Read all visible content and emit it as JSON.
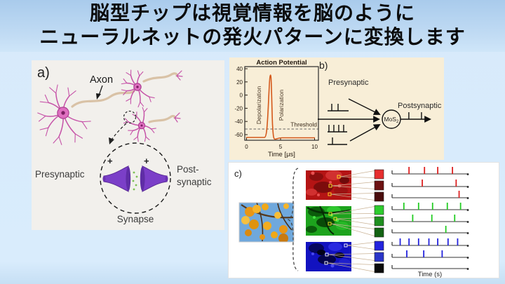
{
  "title": {
    "line1": "脳型チップは視覚情報を脳のように",
    "line2": "ニューラルネットの発火パターンに変換します"
  },
  "panel_a": {
    "label": "a)",
    "axon": "Axon",
    "presynaptic": "Presynaptic",
    "post_line1": "Post-",
    "post_line2": "synaptic",
    "synapse": "Synapse",
    "plus_left": "+",
    "plus_right": "+"
  },
  "action_potential": {
    "title": "Action Potential",
    "y_ticks": [
      "40",
      "20",
      "0",
      "-20",
      "-40",
      "-60"
    ],
    "x_ticks": [
      "0",
      "5",
      "10"
    ],
    "x_label": "Time [μs]",
    "depolarization": "Depolarization",
    "polarization": "Polarization",
    "threshold": "Threshold",
    "line_color": "#d4581a"
  },
  "panel_b": {
    "label": "b)",
    "presynaptic": "Presynaptic",
    "postsynaptic": "Postsynaptic",
    "node": "MoS",
    "node_sub": "2",
    "input_trains": [
      [
        0.2,
        0.5
      ],
      [
        0.07,
        0.32,
        0.57,
        0.82
      ],
      [
        0.25
      ]
    ],
    "output_train": [
      0.29,
      0.73
    ]
  },
  "panel_c": {
    "label": "c)",
    "time_label": "Time (s)",
    "channels": [
      {
        "name": "red",
        "base": "#b41414"
      },
      {
        "name": "green",
        "base": "#1da31d"
      },
      {
        "name": "blue",
        "base": "#1212c0"
      }
    ],
    "swatches": [
      "#e62e2e",
      "#6d1212",
      "#4a0c0c",
      "#2ecc2e",
      "#1f8f1f",
      "#136313",
      "#2323dd",
      "#2a35c8",
      "#0a0a0a"
    ],
    "trains": [
      {
        "color": "#dd2222",
        "spikes": [
          0.23,
          0.44,
          0.62,
          0.82
        ]
      },
      {
        "color": "#dd2222",
        "spikes": [
          0.41,
          0.87
        ]
      },
      {
        "color": "#dd2222",
        "spikes": [
          0.91
        ]
      },
      {
        "color": "#22cc22",
        "spikes": [
          0.16,
          0.36,
          0.55,
          0.75,
          0.93
        ]
      },
      {
        "color": "#22cc22",
        "spikes": [
          0.28,
          0.54,
          0.85
        ]
      },
      {
        "color": "#22cc22",
        "spikes": [
          0.73
        ]
      },
      {
        "color": "#2222dd",
        "spikes": [
          0.11,
          0.23,
          0.36,
          0.5,
          0.62,
          0.76,
          0.89
        ]
      },
      {
        "color": "#2222dd",
        "spikes": [
          0.2,
          0.43,
          0.68
        ]
      },
      {
        "color": "#111111",
        "spikes": []
      }
    ]
  },
  "chart_data": [
    {
      "type": "line",
      "title": "Action Potential",
      "xlabel": "Time [μs]",
      "ylabel": "",
      "xlim": [
        0,
        10
      ],
      "ylim": [
        -80,
        40
      ],
      "x_ticks": [
        0,
        5,
        10
      ],
      "y_ticks": [
        40,
        20,
        0,
        -20,
        -40,
        -60
      ],
      "annotations": [
        "Depolarization",
        "Polarization",
        "Threshold"
      ],
      "threshold_value": -52,
      "series": [
        {
          "name": "membrane potential",
          "x": [
            0,
            3,
            3.4,
            3.6,
            3.9,
            4.2,
            5,
            10
          ],
          "y": [
            -65,
            -65,
            -30,
            30,
            -70,
            -68,
            -66,
            -65
          ]
        }
      ],
      "grid": false,
      "legend": "none"
    },
    {
      "type": "spike-raster",
      "title": "RGB pixel-intensity firing patterns",
      "xlabel": "Time (s)",
      "rows": [
        {
          "channel": "red",
          "intensity": "high",
          "spike_times_frac": [
            0.23,
            0.44,
            0.62,
            0.82
          ]
        },
        {
          "channel": "red",
          "intensity": "mid",
          "spike_times_frac": [
            0.41,
            0.87
          ]
        },
        {
          "channel": "red",
          "intensity": "low",
          "spike_times_frac": [
            0.91
          ]
        },
        {
          "channel": "green",
          "intensity": "high",
          "spike_times_frac": [
            0.16,
            0.36,
            0.55,
            0.75,
            0.93
          ]
        },
        {
          "channel": "green",
          "intensity": "mid",
          "spike_times_frac": [
            0.28,
            0.54,
            0.85
          ]
        },
        {
          "channel": "green",
          "intensity": "low",
          "spike_times_frac": [
            0.73
          ]
        },
        {
          "channel": "blue",
          "intensity": "high",
          "spike_times_frac": [
            0.11,
            0.23,
            0.36,
            0.5,
            0.62,
            0.76,
            0.89
          ]
        },
        {
          "channel": "blue",
          "intensity": "mid",
          "spike_times_frac": [
            0.2,
            0.43,
            0.68
          ]
        },
        {
          "channel": "black",
          "intensity": "zero",
          "spike_times_frac": []
        }
      ]
    }
  ]
}
